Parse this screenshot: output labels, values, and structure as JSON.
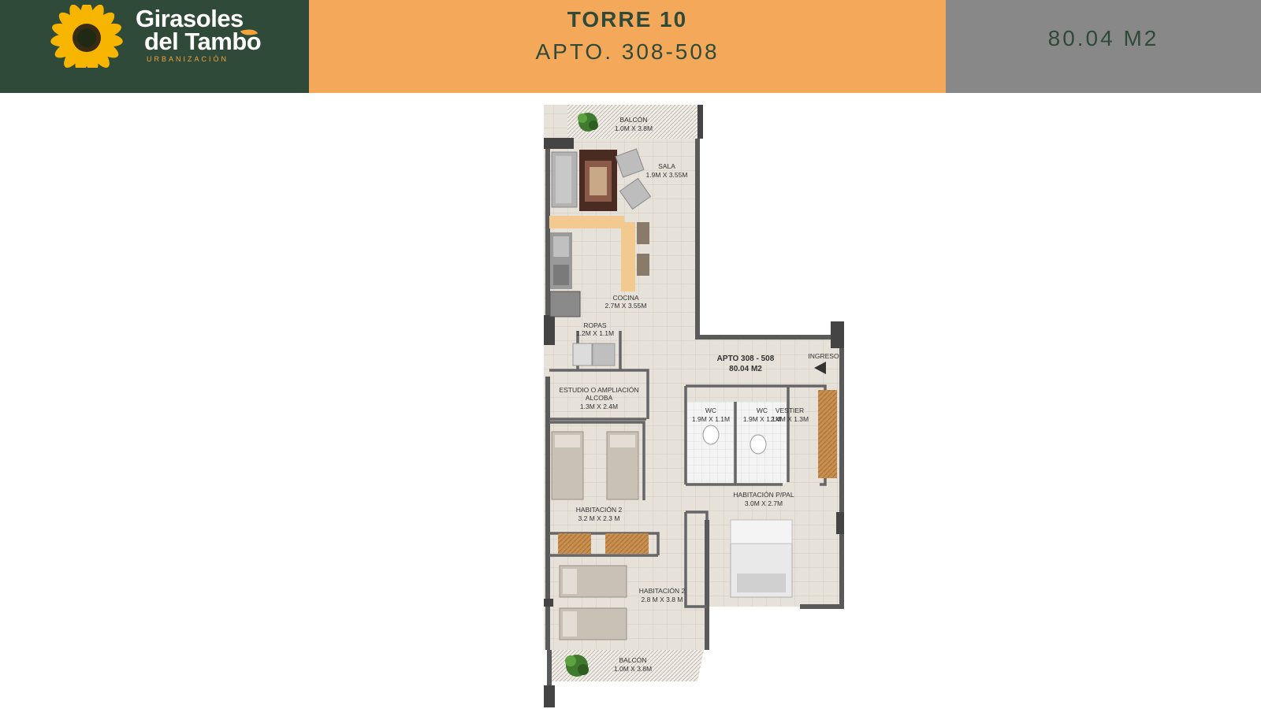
{
  "brand": {
    "name_line1": "Girasoles",
    "name_line2": "del Tambo",
    "subtitle": "URBANIZACIÓN",
    "colors": {
      "green": "#2f4a38",
      "orange": "#f4a95a",
      "gray": "#888888",
      "sunflower": "#f7b500"
    }
  },
  "header": {
    "tower": "TORRE 10",
    "apartment": "APTO. 308-508",
    "area": "80.04 M2"
  },
  "plan": {
    "center_label": "APTO 308 - 508",
    "center_area": "80.04 M2",
    "entrance": "INGRESO",
    "rooms": [
      {
        "name": "BALCÓN",
        "size": "1.0M X 3.8M"
      },
      {
        "name": "SALA",
        "size": "1.9M X 3.55M"
      },
      {
        "name": "COCINA",
        "size": "2.7M X 3.55M"
      },
      {
        "name": "ROPAS",
        "size": "1.2M X 1.1M"
      },
      {
        "name": "ESTUDIO O AMPLIACIÓN",
        "name2": "ALCOBA",
        "size": "1.3M X 2.4M"
      },
      {
        "name": "HABITACIÓN 2",
        "size": "3.2 M X 2.3 M"
      },
      {
        "name": "HABITACIÓN 2",
        "size": "2.8 M X 3.8 M"
      },
      {
        "name": "BALCÓN",
        "size": "1.0M X 3.8M"
      },
      {
        "name": "WC",
        "size": "1.9M X 1.1M"
      },
      {
        "name": "WC",
        "size": "1.9M X 1.1M"
      },
      {
        "name": "VESTIER",
        "size": "2.4M X 1.3M"
      },
      {
        "name": "HABITACIÓN P/PAL",
        "size": "3.0M X 2.7M"
      }
    ]
  }
}
